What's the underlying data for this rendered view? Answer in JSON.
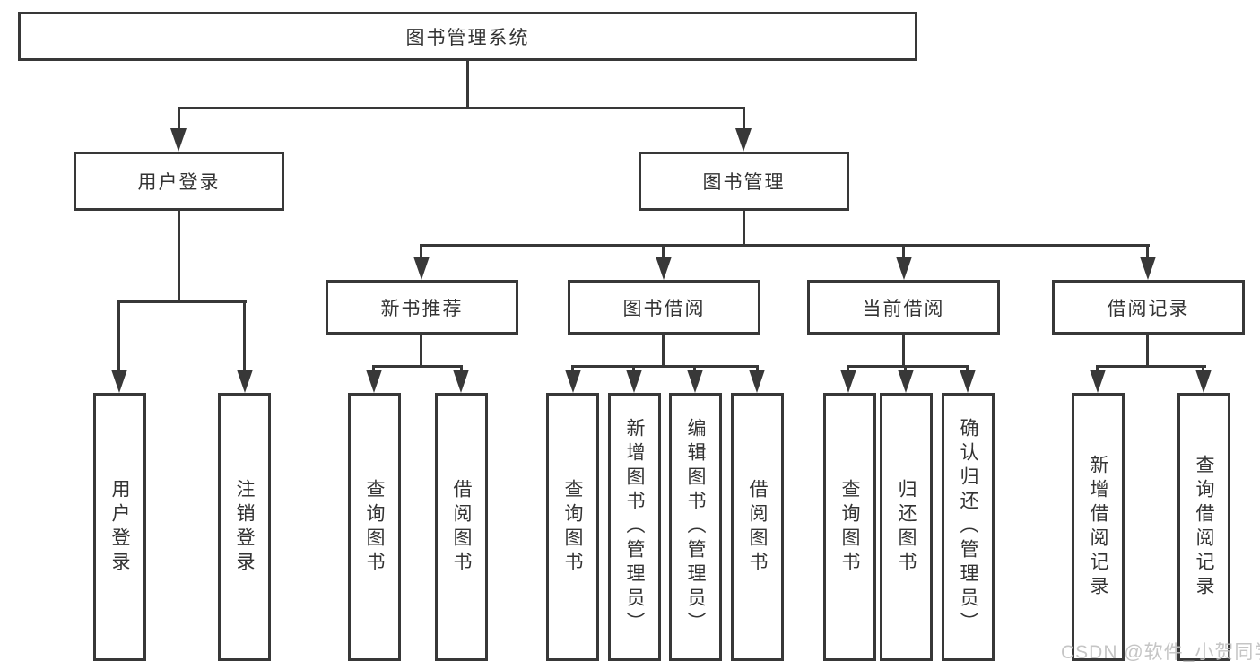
{
  "diagram": {
    "root": {
      "label": "图书管理系统"
    },
    "branches": [
      {
        "label": "用户登录",
        "children": [
          {
            "label": "用户登录"
          },
          {
            "label": "注销登录"
          }
        ]
      },
      {
        "label": "图书管理",
        "children": [
          {
            "label": "新书推荐",
            "children": [
              {
                "label": "查询图书"
              },
              {
                "label": "借阅图书"
              }
            ]
          },
          {
            "label": "图书借阅",
            "children": [
              {
                "label": "查询图书"
              },
              {
                "label": "新增图书（管理员）"
              },
              {
                "label": "编辑图书（管理员）"
              },
              {
                "label": "借阅图书"
              }
            ]
          },
          {
            "label": "当前借阅",
            "children": [
              {
                "label": "查询图书"
              },
              {
                "label": "归还图书"
              },
              {
                "label": "确认归还（管理员）"
              }
            ]
          },
          {
            "label": "借阅记录",
            "children": [
              {
                "label": "新增借阅记录"
              },
              {
                "label": "查询借阅记录"
              }
            ]
          }
        ]
      }
    ]
  },
  "watermark": {
    "text": "CSDN @软件_小贺同学"
  },
  "colors": {
    "line": "#383838",
    "text": "#333333",
    "background": "#ffffff",
    "watermark": "#bfbfbf"
  }
}
